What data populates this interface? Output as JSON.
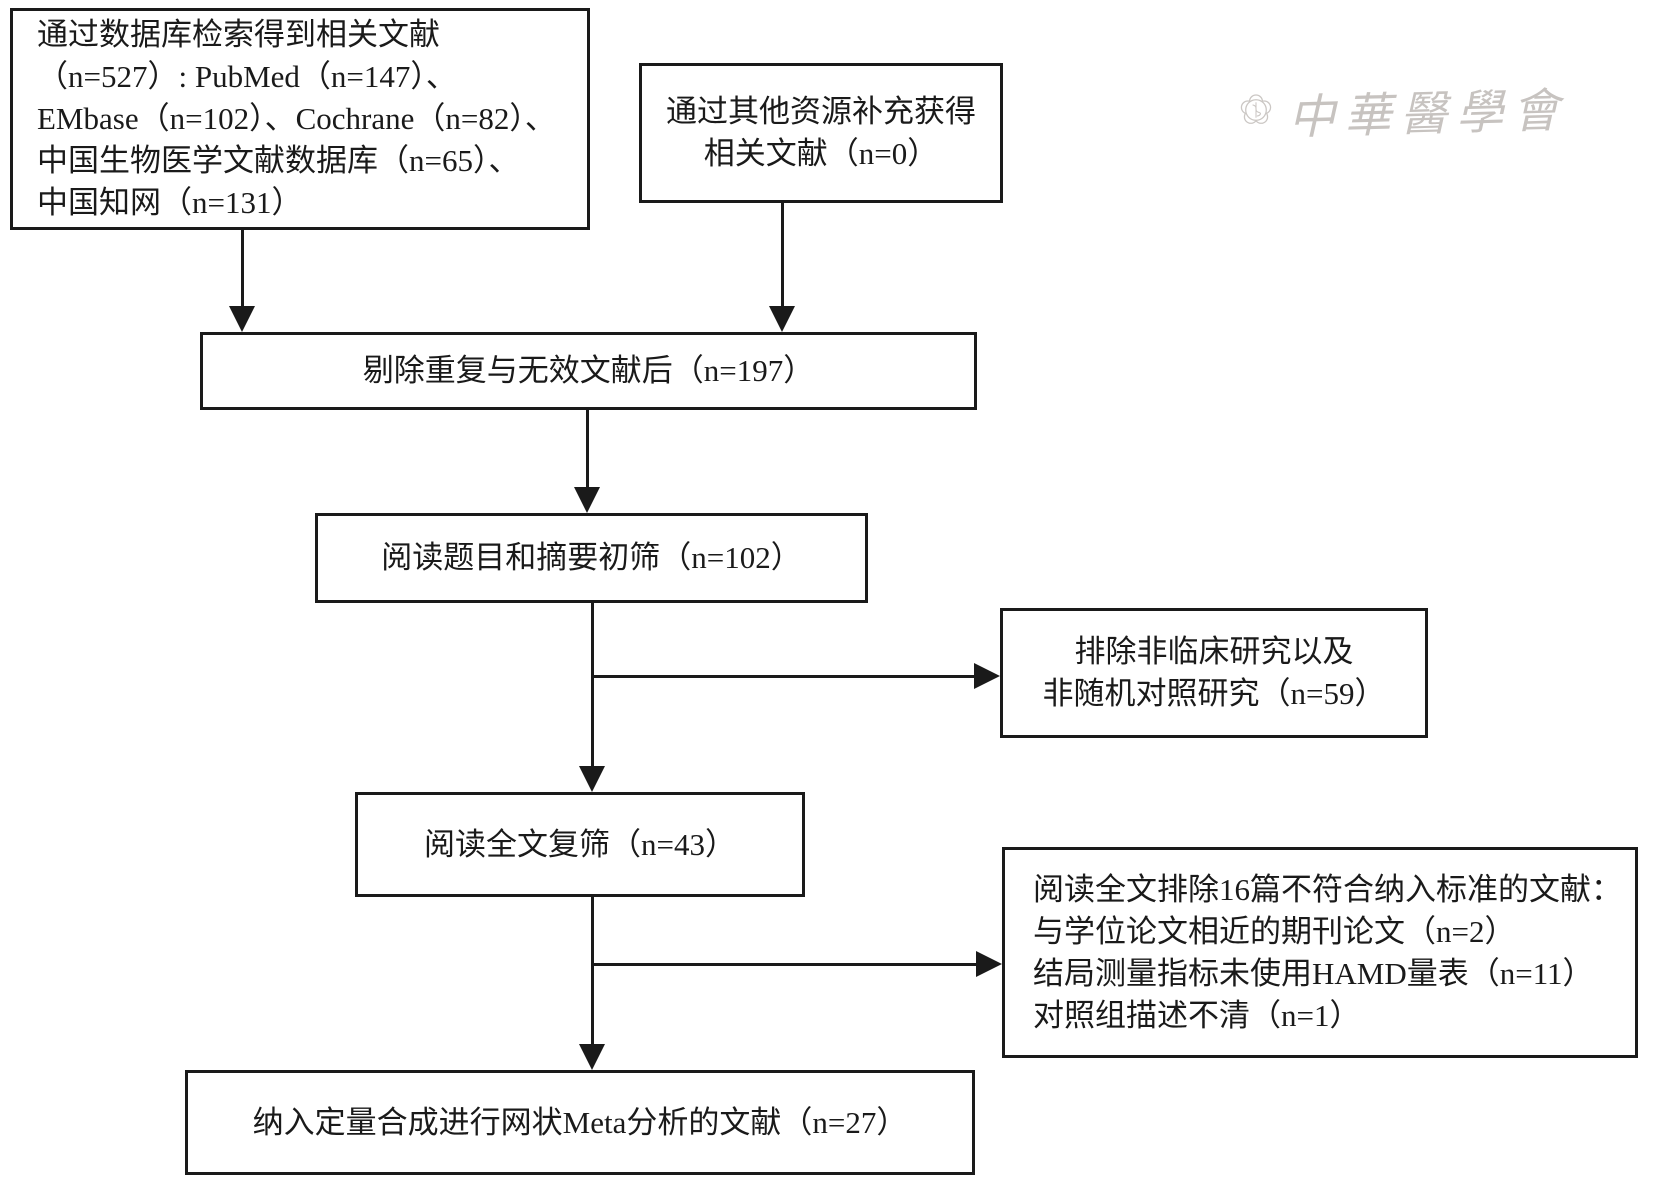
{
  "figure": {
    "type": "literature-screening-flowchart",
    "background": "#ffffff",
    "ink_color": "#1a1a1a"
  },
  "watermark": {
    "text": "中華醫學會",
    "emblem": "cma-plum-blossom-caduceus",
    "color": "#c7c3c0"
  },
  "boxes": {
    "db_search": {
      "lines": [
        "通过数据库检索得到相关文献",
        "（n=527）: PubMed（n=147）、",
        "EMbase（n=102）、Cochrane（n=82）、",
        "中国生物医学文献数据库（n=65）、",
        "中国知网（n=131）"
      ]
    },
    "other_sources": {
      "lines": [
        "通过其他资源补充获得",
        "相关文献（n=0）"
      ]
    },
    "dedupe": {
      "text": "剔除重复与无效文献后（n=197）"
    },
    "title_abstract_screen": {
      "text": "阅读题目和摘要初筛（n=102）"
    },
    "exclude_initial": {
      "lines": [
        "排除非临床研究以及",
        "非随机对照研究（n=59）"
      ]
    },
    "full_text_screen": {
      "text": "阅读全文复筛（n=43）"
    },
    "exclude_full_text": {
      "lines": [
        "阅读全文排除16篇不符合纳入标准的文献：",
        "与学位论文相近的期刊论文（n=2）",
        "结局测量指标未使用HAMD量表（n=11）",
        "对照组描述不清（n=1）"
      ]
    },
    "included": {
      "text": "纳入定量合成进行网状Meta分析的文献（n=27）"
    }
  }
}
